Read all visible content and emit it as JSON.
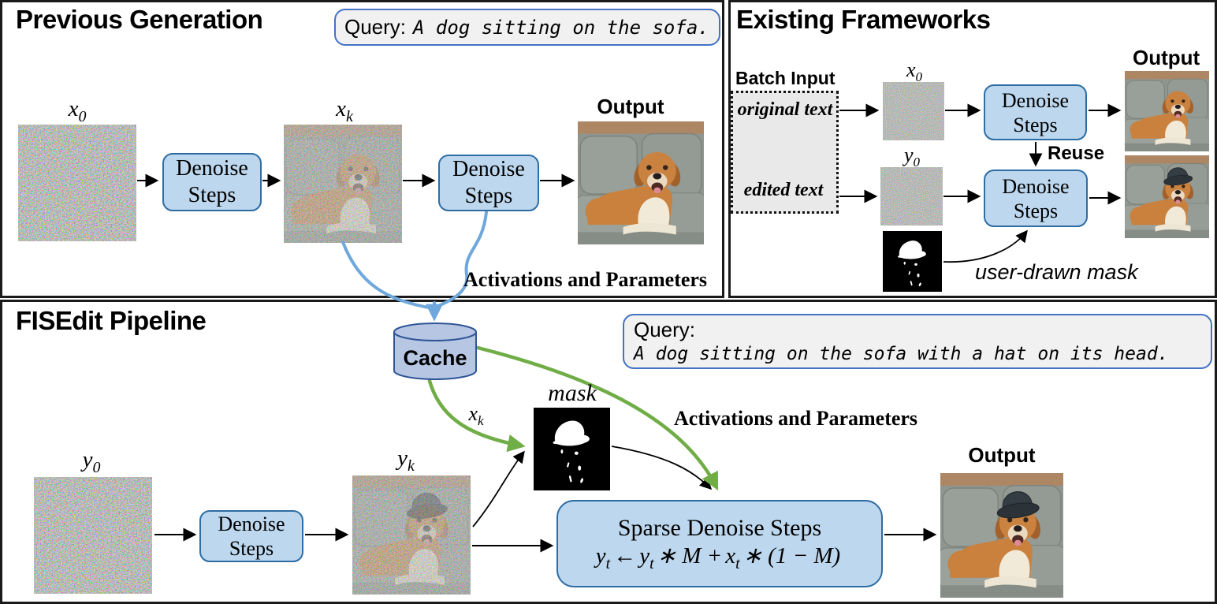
{
  "figure": {
    "prev": {
      "title": "Previous Generation",
      "query_label": "Query:",
      "query_text": "A dog sitting on the sofa.",
      "x0": {
        "b": "x",
        "s": "0"
      },
      "xk": {
        "b": "x",
        "s": "k"
      },
      "denoise": {
        "l1": "Denoise",
        "l2": "Steps"
      },
      "output": "Output",
      "activations": "Activations and Parameters"
    },
    "existing": {
      "title": "Existing Frameworks",
      "batch_input": "Batch Input",
      "original_text": "original text",
      "edited_text": "edited text",
      "x0": {
        "b": "x",
        "s": "0"
      },
      "y0": {
        "b": "y",
        "s": "0"
      },
      "denoise": {
        "l1": "Denoise",
        "l2": "Steps"
      },
      "reuse": "Reuse",
      "output": "Output",
      "user_drawn_mask": "user-drawn mask"
    },
    "fisedit": {
      "title": "FISEdit Pipeline",
      "cache": "Cache",
      "query_label": "Query:",
      "query_text": "A dog sitting on the sofa with a hat on its head.",
      "y0": {
        "b": "y",
        "s": "0"
      },
      "yk": {
        "b": "y",
        "s": "k"
      },
      "xk": {
        "b": "x",
        "s": "k"
      },
      "mask": "mask",
      "denoise": {
        "l1": "Denoise",
        "l2": "Steps"
      },
      "sparse_title": "Sparse Denoise Steps",
      "formula": {
        "y1": "y",
        "s1": "t",
        "arrow": "←",
        "y2": "y",
        "s2": "t",
        "mid": "∗ M +",
        "x": "x",
        "s3": "t",
        "tail": "∗ (1 − M)"
      },
      "activations": "Activations and Parameters",
      "output": "Output"
    },
    "colors": {
      "box_fill": "#bdd7ee",
      "box_border": "#2e6da4",
      "cache_fill": "#b6c6e3",
      "cache_border": "#2f5597",
      "green_arrow": "#70ad47",
      "blue_arrow": "#6fa8dc",
      "query_border": "#4472c4",
      "query_bg": "#f1f1f1"
    }
  }
}
